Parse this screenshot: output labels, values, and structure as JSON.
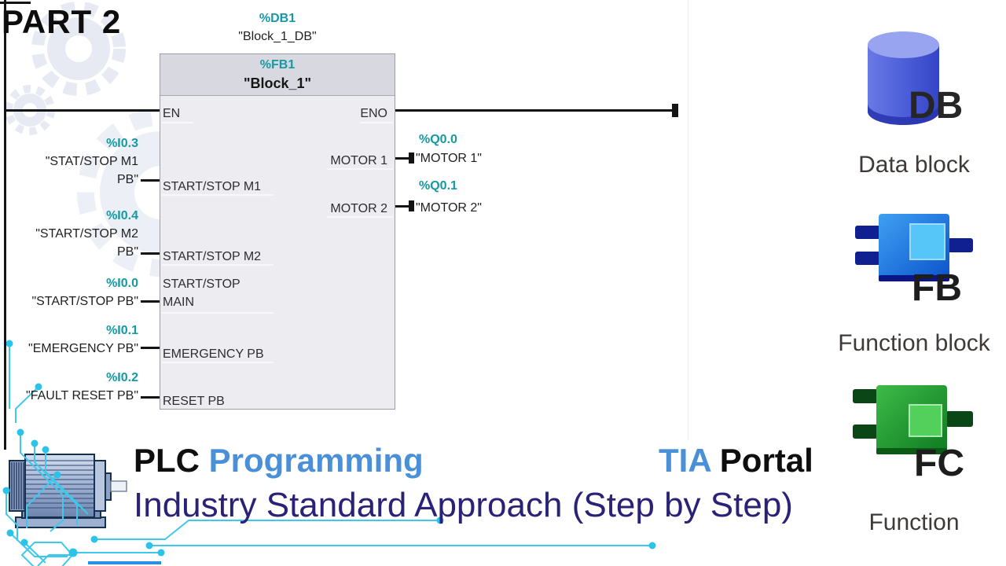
{
  "part_label": "PART 2",
  "colors": {
    "teal_operand": "#1799a2",
    "wire_black": "#141414",
    "block_header_bg": "#d8d8e0",
    "block_body_bg": "#ececf1",
    "title_blue": "#4a90d9",
    "subtitle_navy": "#2a2277",
    "circuit_cyan": "#3dc9ed",
    "db_icon_blue": "#4d5fd8",
    "fb_icon_blue": "#1565d8",
    "fc_icon_green": "#1e9a2e"
  },
  "block_call": {
    "db_address": "%DB1",
    "db_name": "\"Block_1_DB\"",
    "fb_address": "%FB1",
    "fb_name": "\"Block_1\"",
    "en_label": "EN",
    "eno_label": "ENO"
  },
  "inputs": [
    {
      "address": "%I0.3",
      "operand_line1": "\"STAT/STOP M1",
      "operand_line2": "PB\"",
      "pin_line1": "START/STOP M1",
      "pin_line2": ""
    },
    {
      "address": "%I0.4",
      "operand_line1": "\"START/STOP M2",
      "operand_line2": "PB\"",
      "pin_line1": "START/STOP M2",
      "pin_line2": ""
    },
    {
      "address": "%I0.0",
      "operand_line1": "\"START/STOP PB\"",
      "operand_line2": "",
      "pin_line1": "START/STOP",
      "pin_line2": "MAIN"
    },
    {
      "address": "%I0.1",
      "operand_line1": "\"EMERGENCY PB\"",
      "operand_line2": "",
      "pin_line1": "EMERGENCY PB",
      "pin_line2": ""
    },
    {
      "address": "%I0.2",
      "operand_line1": "\"FAULT RESET PB\"",
      "operand_line2": "",
      "pin_line1": "RESET PB",
      "pin_line2": ""
    }
  ],
  "outputs": [
    {
      "pin": "MOTOR 1",
      "address": "%Q0.0",
      "operand": "\"MOTOR 1\""
    },
    {
      "pin": "MOTOR 2",
      "address": "%Q0.1",
      "operand": "\"MOTOR 2\""
    }
  ],
  "legend": {
    "db": {
      "abbr": "DB",
      "label": "Data block"
    },
    "fb": {
      "abbr": "FB",
      "label": "Function block"
    },
    "fc": {
      "abbr": "FC",
      "label": "Function"
    }
  },
  "footer": {
    "plc": "PLC",
    "programming": "Programming",
    "tia": "TIA",
    "portal": "Portal",
    "subtitle": "Industry Standard Approach (Step by Step)"
  }
}
